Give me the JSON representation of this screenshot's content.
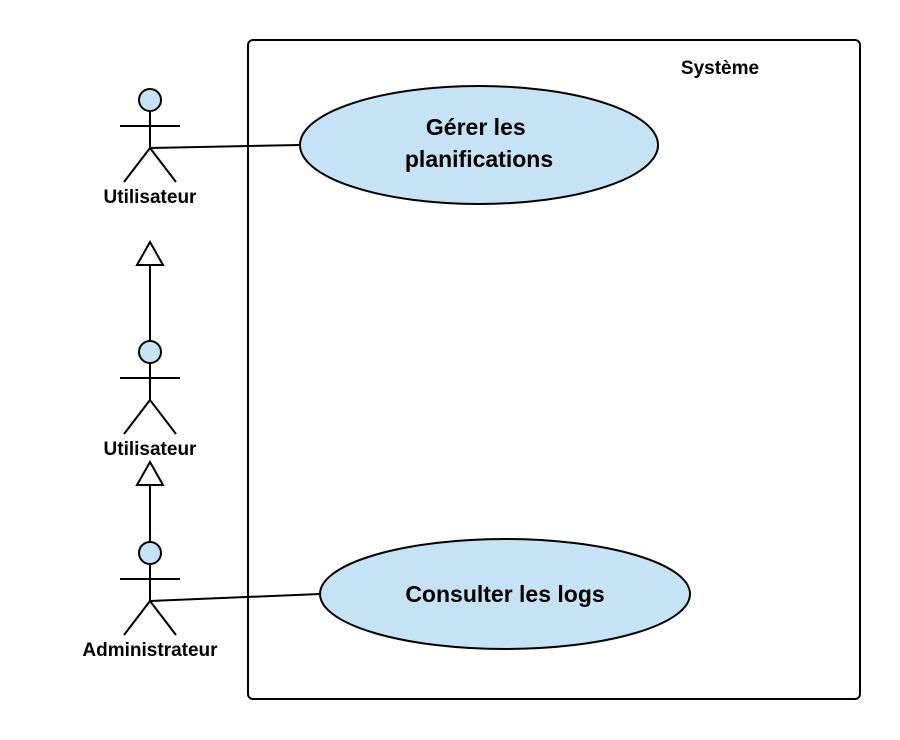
{
  "colors": {
    "fill": "#c5e3f5",
    "stroke": "#000000",
    "background": "#ffffff"
  },
  "system": {
    "label": "Système"
  },
  "actors": [
    {
      "label": "Utilisateur"
    },
    {
      "label": "Utilisateur"
    },
    {
      "label": "Administrateur"
    }
  ],
  "use_cases": [
    {
      "lines": [
        "Gérer les",
        "planifications"
      ]
    },
    {
      "lines": [
        "Consulter les logs"
      ]
    }
  ],
  "relations": [
    {
      "type": "association",
      "from": "Utilisateur",
      "to": "Gérer les planifications"
    },
    {
      "type": "generalization",
      "from": "Utilisateur",
      "to": "Utilisateur"
    },
    {
      "type": "generalization",
      "from": "Administrateur",
      "to": "Utilisateur"
    },
    {
      "type": "association",
      "from": "Administrateur",
      "to": "Consulter les logs"
    }
  ]
}
